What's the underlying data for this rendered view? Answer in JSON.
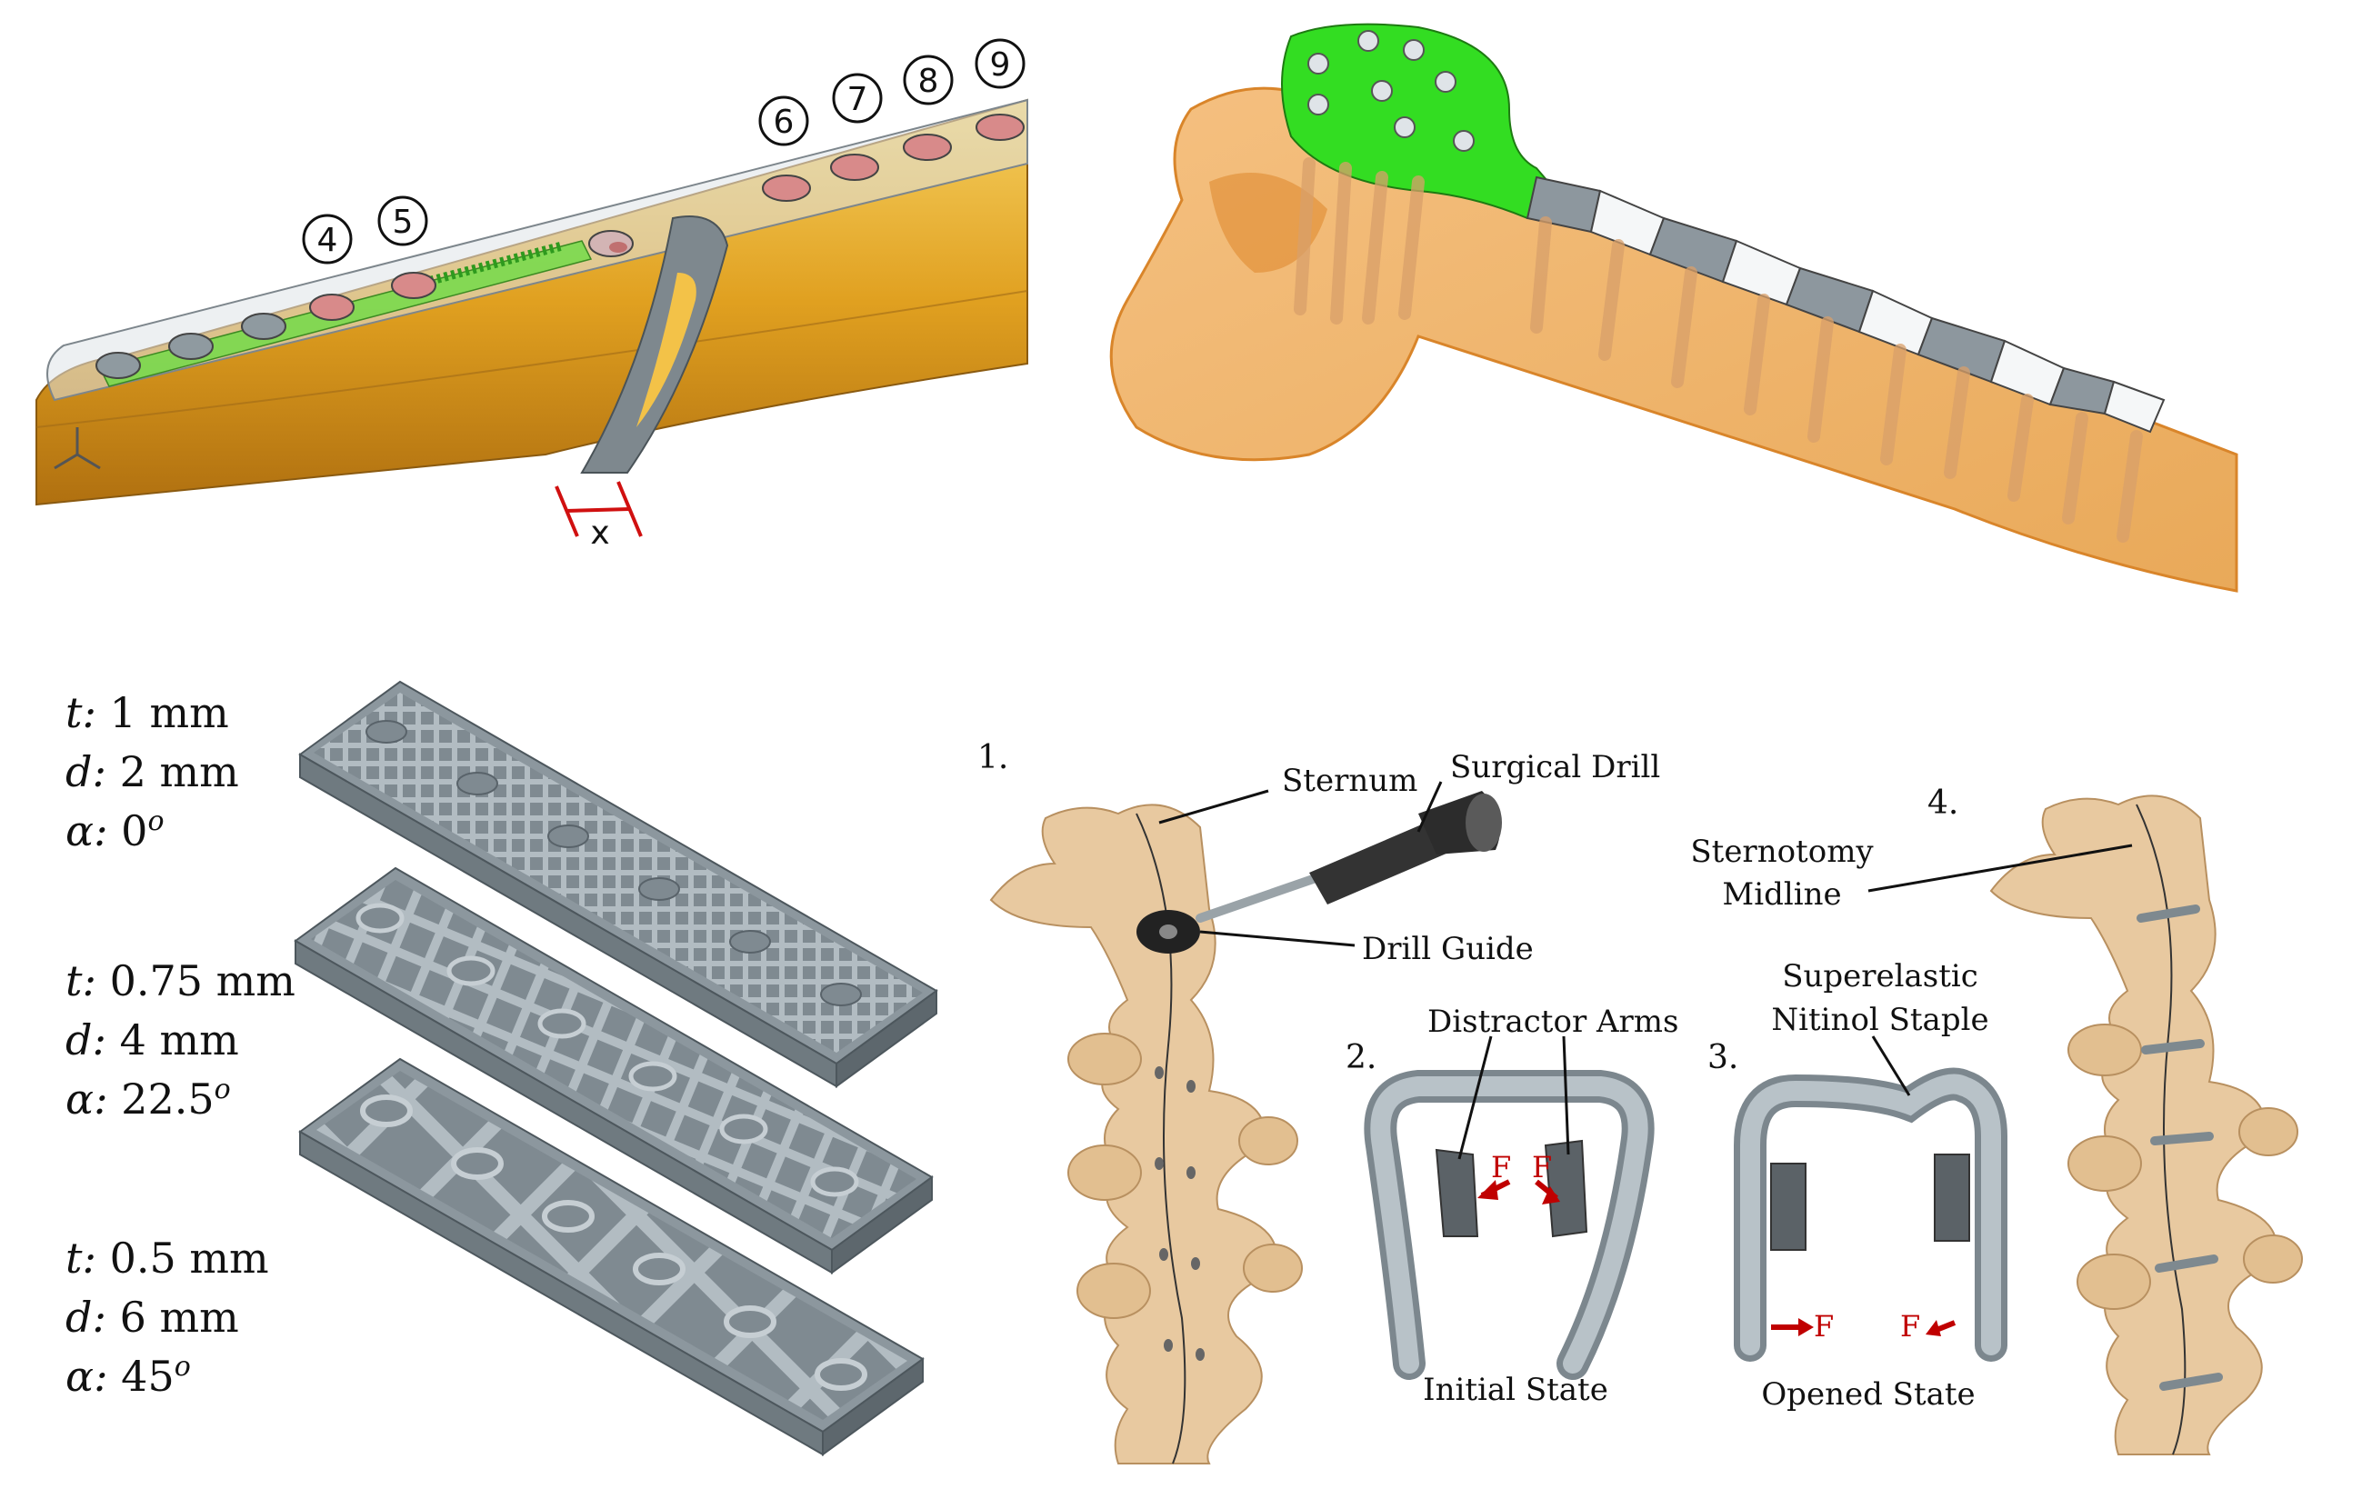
{
  "panel_tl": {
    "screw_numbers": [
      "4",
      "5",
      "6",
      "7",
      "8",
      "9"
    ],
    "gap_label": "x"
  },
  "panel_bl": {
    "plates": [
      {
        "t_key": "t:",
        "t_val": " 1 mm",
        "d_key": "d:",
        "d_val": " 2 mm",
        "a_key": "α:",
        "a_val": " 0",
        "a_unit": "o"
      },
      {
        "t_key": "t:",
        "t_val": " 0.75 mm",
        "d_key": "d:",
        "d_val": " 4 mm",
        "a_key": "α:",
        "a_val": " 22.5",
        "a_unit": "o"
      },
      {
        "t_key": "t:",
        "t_val": " 0.5 mm",
        "d_key": "d:",
        "d_val": " 6 mm",
        "a_key": "α:",
        "a_val": " 45",
        "a_unit": "o"
      }
    ]
  },
  "panel_br": {
    "steps": [
      "1.",
      "2.",
      "3.",
      "4."
    ],
    "labels": {
      "sternum": "Sternum",
      "surgical_drill": "Surgical Drill",
      "drill_guide": "Drill Guide",
      "distractor_arms": "Distractor Arms",
      "superelastic_l1": "Superelastic",
      "superelastic_l2": "Nitinol Staple",
      "sternotomy_l1": "Sternotomy",
      "sternotomy_l2": "Midline",
      "initial_state": "Initial State",
      "opened_state": "Opened State"
    },
    "force": "F"
  },
  "colors": {
    "bone": "#e8c9a0",
    "plate_gray": "#9aa4ab",
    "femur_gold": "#e0a020",
    "green_plate": "#33dd22",
    "arrow_red": "#c00000"
  }
}
